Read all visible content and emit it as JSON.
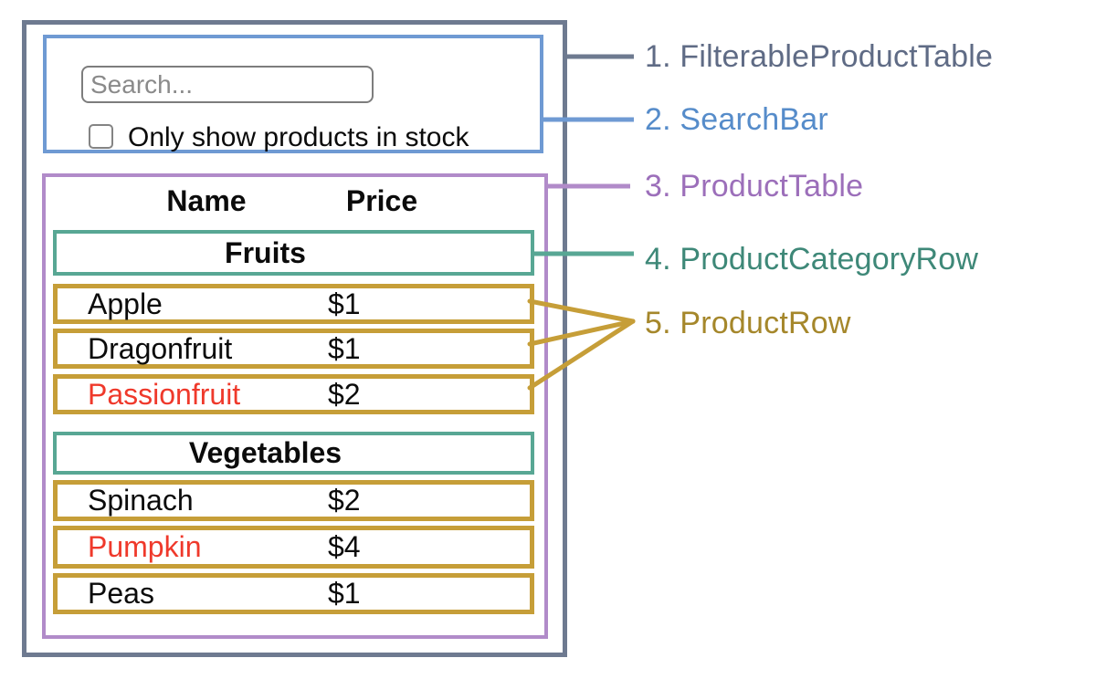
{
  "search_bar": {
    "placeholder": "Search...",
    "checkbox_label": "Only show products in stock",
    "checkbox_checked": false
  },
  "table": {
    "headers": {
      "name": "Name",
      "price": "Price"
    },
    "sections": [
      {
        "category": "Fruits",
        "rows": [
          {
            "name": "Apple",
            "price": "$1",
            "name_color": "#0b0b0b"
          },
          {
            "name": "Dragonfruit",
            "price": "$1",
            "name_color": "#0b0b0b"
          },
          {
            "name": "Passionfruit",
            "price": "$2",
            "name_color": "#ef392b"
          }
        ]
      },
      {
        "category": "Vegetables",
        "rows": [
          {
            "name": "Spinach",
            "price": "$2",
            "name_color": "#0b0b0b"
          },
          {
            "name": "Pumpkin",
            "price": "$4",
            "name_color": "#ef392b"
          },
          {
            "name": "Peas",
            "price": "$1",
            "name_color": "#0b0b0b"
          }
        ]
      }
    ]
  },
  "legend": [
    {
      "text": "1. FilterableProductTable",
      "color": "#5f6b85"
    },
    {
      "text": "2. SearchBar",
      "color": "#568cca"
    },
    {
      "text": "3. ProductTable",
      "color": "#9c6fba"
    },
    {
      "text": "4. ProductCategoryRow",
      "color": "#3e8878"
    },
    {
      "text": "5. ProductRow",
      "color": "#a5872b"
    }
  ],
  "colors": {
    "filterable_product_table_border": "#6e7a90",
    "search_bar_border": "#6f9ad3",
    "product_table_border": "#b18bc9",
    "product_category_row_border": "#58a794",
    "product_row_border": "#c69e38",
    "out_of_stock_text": "#ef392b"
  }
}
